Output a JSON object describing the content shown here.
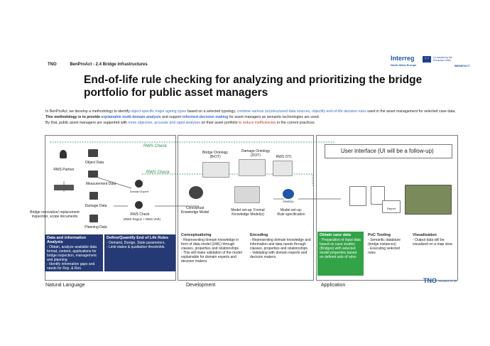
{
  "header": {
    "org_badge": "TNO",
    "project": "BenProAct - 2.4 Bridge infrastructures",
    "title": "End-of-life rule checking for analyzing and prioritizing the bridge portfolio for public asset managers"
  },
  "logos": {
    "interreg": "Interreg",
    "region": "North-West Europe",
    "project_logo": "BENEFACT",
    "eu_text": "Co-funded by the European Union",
    "tno": "TNO",
    "tno_tagline": "innovation for life"
  },
  "intro": {
    "line1_a": "In BenProAct, we develop a methodology to identify ",
    "line1_b": "object-specific major ageing types",
    "line1_c": " based on a selected typology, ",
    "line1_d": "combine various (un)structured data sources, objectify end-of-life decision rules",
    "line1_e": " used in the asset management for selected case data.",
    "line2_a": "This methodology is to provide ",
    "line2_b": "explainable multi-domain analysis",
    "line2_c": " and support ",
    "line2_d": "informed-decision making",
    "line2_e": " for asset managers as semantic technologies are used.",
    "line3_a": "By that, public asset managers are supported with ",
    "line3_b": "more objective, accurate and rapid analyses",
    "line3_c": " on their asset portfolio ",
    "line3_d": "to reduce inefficiencies",
    "line3_e": " in the current practices."
  },
  "diagram": {
    "rws_check_top": "RWS Check",
    "rws_check_mid": "RWS Check",
    "rws_partner": "RWS Partner",
    "object_data": "Object Data",
    "measurement_data": "Measurement Data",
    "damage_data": "Damage Data",
    "planning_data": "Planning Data",
    "domain_expert": "Domain Expert",
    "rws_check_node": "RWS Check",
    "rws_check_node_sub": "(RWS Region + RWS VAR)",
    "bridge_renovation": "Bridge renovation/ replacement inspection, scope documents",
    "bridge_ontology": "Bridge Ontology (BrOT)",
    "damage_ontology": "Damage Ontology (DOT)",
    "rws_otl": "RWS OTL",
    "sparql": "SPARQL",
    "conceptual_model": "Conceptual Knowledge Model",
    "formal_model": "Model set-up: Formal Knowledge Model(s)",
    "rule_spec": "Model set-up: Rule specification",
    "ui_label": "User interface (UI will be a follow-up)",
    "report": "Report"
  },
  "boxes": {
    "data_info": {
      "title": "Data and information Analysis",
      "bullets": [
        "Obtain, analyze available data format, content, applications for bridge inspection, management and planning",
        "Identify information gaps and needs for Rep. & Ren."
      ]
    },
    "define_rules": {
      "title": "Define/Quantify End of Life Rules",
      "bullets": [
        "Demand, Design, State parameters,",
        "Limit states & qualitative thresholds."
      ]
    },
    "conceptualizing": {
      "title": "Conceptualizing",
      "bullets": [
        "Representing domain knowledge in form of data model (UML) through classes, properties and relationships.",
        "This will make validation of the model explainable for domain experts and decision makers."
      ]
    },
    "encoding": {
      "title": "Encoding",
      "bullets": [
        "Representing domain knowledge and information and data needs through classes, properties and relationships.",
        "Validating with domain experts and decision makers."
      ]
    },
    "obtain_case": {
      "title": "Obtain case data",
      "bullets": [
        "Preparation of input data based on case studies (Bridges) with selected model properties based on defined sets of rules"
      ]
    },
    "poc_tooling": {
      "title": "PoC Tooling",
      "bullets": [
        "Semantic database (bridge instances)",
        "Executing selected rules"
      ]
    },
    "visualisation": {
      "title": "Visualisation",
      "bullets": [
        "Output data will be visualized on a map view."
      ]
    }
  },
  "phases": [
    "Natural Language",
    "Development",
    "Application"
  ]
}
